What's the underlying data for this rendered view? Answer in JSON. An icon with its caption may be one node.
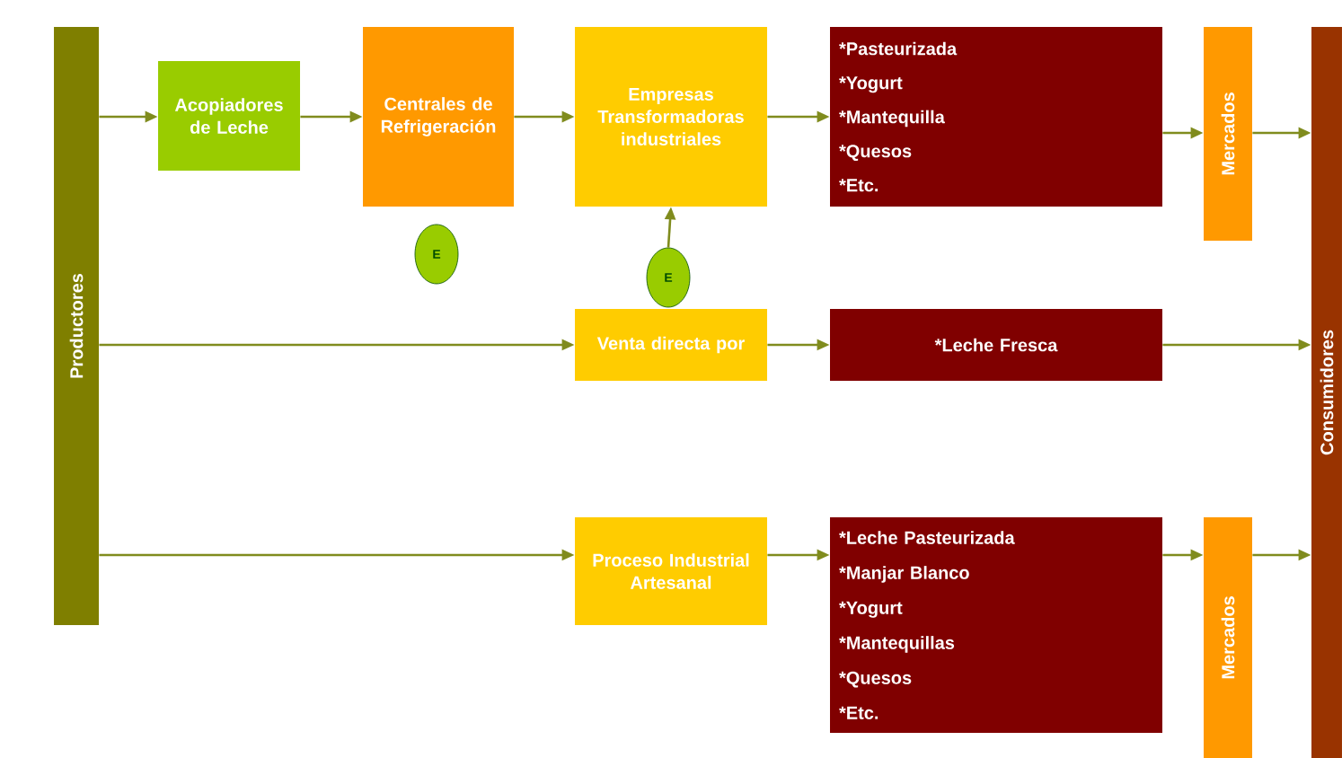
{
  "diagram": {
    "nodes": [
      {
        "text": [
          "Productores"
        ]
      },
      {
        "text": [
          "Acopiadores de Leche"
        ]
      },
      {
        "text": [
          "Centrales de Refrigeración"
        ]
      },
      {
        "text": [
          "Empresas Transformadoras industriales"
        ]
      },
      {
        "text": [
          "*Pasteurizada",
          "*Yogurt",
          "*Mantequilla",
          "*Quesos",
          "*Etc."
        ]
      },
      {
        "text": [
          "Mercados"
        ]
      },
      {
        "text": [
          "Consumidores"
        ]
      },
      {
        "text": [
          "E"
        ]
      },
      {
        "text": [
          "E"
        ]
      },
      {
        "text": [
          "Venta directa por"
        ]
      },
      {
        "text": [
          "*Leche Fresca"
        ]
      },
      {
        "text": [
          "Proceso Industrial Artesanal"
        ]
      },
      {
        "text": [
          "*Leche Pasteurizada",
          "*Manjar Blanco",
          "*Yogurt",
          "*Mantequillas",
          "*Quesos",
          "*Etc."
        ]
      },
      {
        "text": [
          "Mercados"
        ]
      }
    ],
    "edges": [
      {
        "from": 0,
        "to": 1,
        "arrow": "to"
      },
      {
        "from": 1,
        "to": 2,
        "arrow": "to"
      },
      {
        "from": 2,
        "to": 3,
        "arrow": "to"
      },
      {
        "from": 3,
        "to": 4,
        "arrow": "to"
      },
      {
        "from": 4,
        "to": 5,
        "arrow": "to"
      },
      {
        "from": 5,
        "to": 6,
        "arrow": "to"
      },
      {
        "from": 8,
        "to": 3,
        "arrow": "to"
      },
      {
        "from": 0,
        "to": 9,
        "arrow": "to"
      },
      {
        "from": 9,
        "to": 10,
        "arrow": "to"
      },
      {
        "from": 10,
        "to": 6,
        "arrow": "to"
      },
      {
        "from": 0,
        "to": 11,
        "arrow": "to"
      },
      {
        "from": 11,
        "to": 12,
        "arrow": "to"
      },
      {
        "from": 12,
        "to": 13,
        "arrow": "to"
      },
      {
        "from": 13,
        "to": 6,
        "arrow": "to"
      }
    ]
  }
}
